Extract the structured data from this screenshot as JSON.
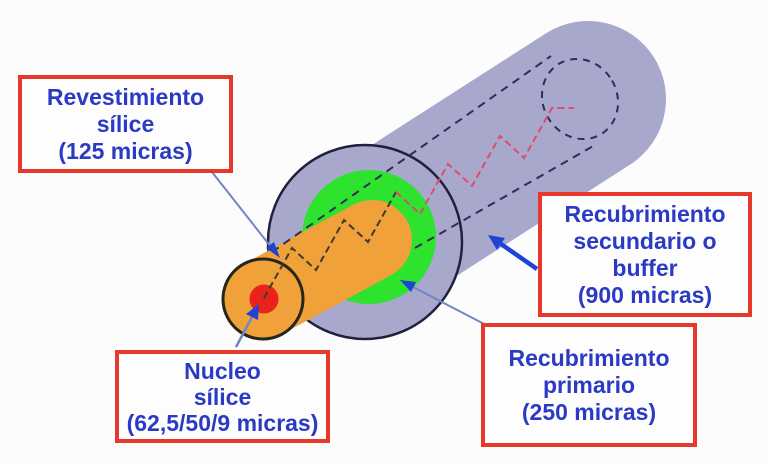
{
  "figure": {
    "description": "Estructura de una fibra optica - cross-section diagram of an optical fiber cable",
    "background_color": "#fcfcfc"
  },
  "colors": {
    "buffer_purple": "#a8a8cd",
    "primary_coating_green": "#2ee32e",
    "cladding_orange": "#f0a13a",
    "core_red": "#e8241a",
    "box_border_red": "#e6392c",
    "label_text_blue": "#2b3ac5",
    "arrow_head_blue": "#2043d4",
    "arrow_line_blue": "#7186c2",
    "hidden_edge_navy": "#2e2e55",
    "light_ray_black": "#3c3c2c",
    "light_ray_red": "#e04a6e"
  },
  "labels": {
    "revestimiento": {
      "lines": [
        "Revestimiento",
        "sílice",
        "(125 micras)"
      ]
    },
    "secundario": {
      "lines": [
        "Recubrimiento",
        "secundario o",
        "buffer",
        "(900 micras)"
      ]
    },
    "nucleo": {
      "lines": [
        "Nucleo",
        "sílice",
        "(62,5/50/9 micras)"
      ]
    },
    "primario": {
      "lines": [
        "Recubrimiento",
        "primario",
        "(250 micras)"
      ]
    }
  }
}
